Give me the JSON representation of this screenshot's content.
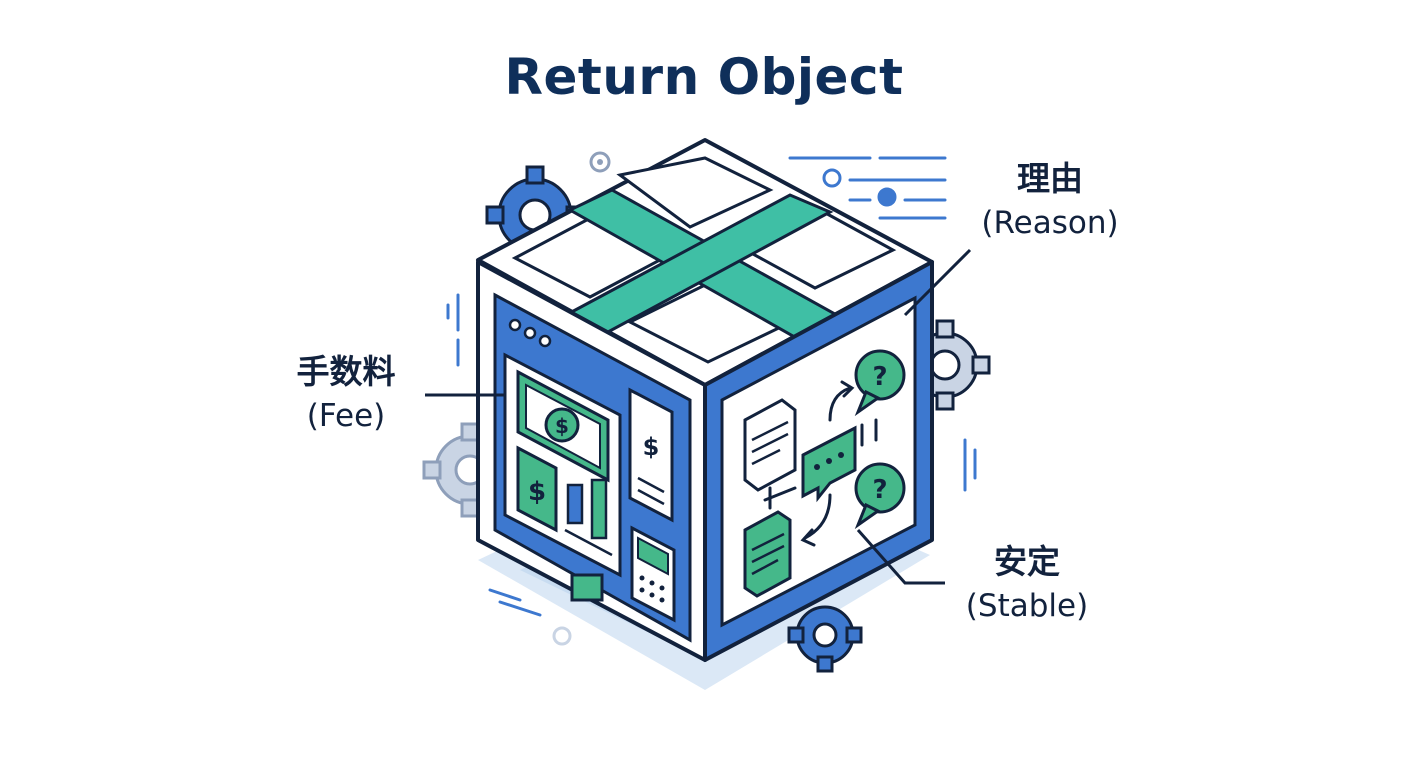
{
  "title": "Return Object",
  "labels": {
    "fee": {
      "jp": "手数料",
      "en": "(Fee)"
    },
    "reason": {
      "jp": "理由",
      "en": "(Reason)"
    },
    "stable": {
      "jp": "安定",
      "en": "(Stable)"
    }
  },
  "icons": {
    "front_left": [
      "browser-window-icon",
      "banknote-icon",
      "dollar-document-icon",
      "bar-chart-icon",
      "receipt-icon",
      "calculator-icon"
    ],
    "front_right": [
      "document-icon",
      "chat-bubble-icon",
      "question-bubble-icon",
      "flow-arrow-icon"
    ],
    "decor": [
      "gear-icon",
      "signal-lines-icon"
    ]
  },
  "colors": {
    "outline": "#12223d",
    "blue": "#3d78cf",
    "teal": "#3fbfa5",
    "green": "#45b88a",
    "title": "#0f2f5a",
    "gear_light": "#c9d4e4",
    "shadow": "#dbe8f6"
  }
}
